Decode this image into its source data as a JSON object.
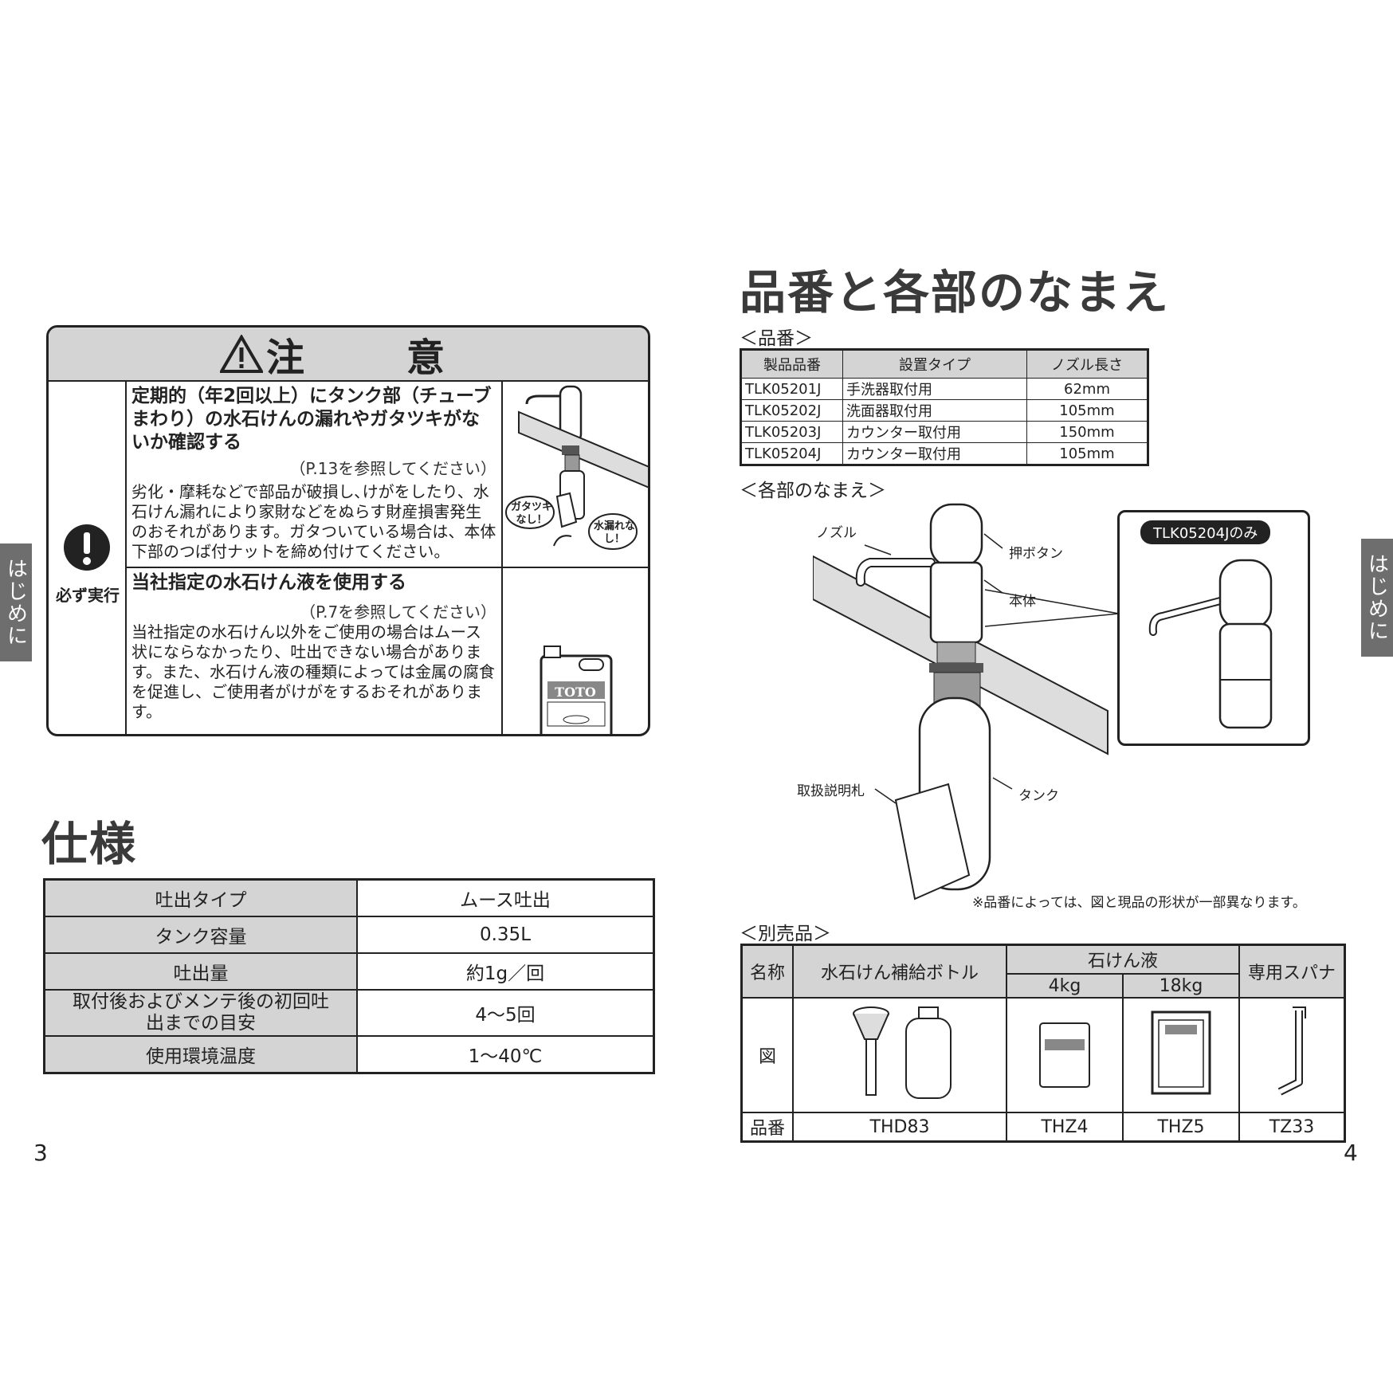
{
  "side_tab": "はじめに",
  "page_left": "3",
  "page_right": "4",
  "caution": {
    "title": "注　意",
    "icon_label": "必ず実行",
    "item1_title": "定期的（年2回以上）にタンク部（チューブまわり）の水石けんの漏れやガタツキがないか確認する",
    "item1_ref": "（P.13を参照してください）",
    "item1_body": "劣化・摩耗などで部品が破損し､けがをしたり、水石けん漏れにより家財などをぬらす財産損害発生のおそれがあります。ガタついている場合は、本体下部のつば付ナットを締め付けてください。",
    "bubble1": "ガタツキなし！",
    "bubble2": "水漏れなし！",
    "item2_title": "当社指定の水石けん液を使用する",
    "item2_ref": "（P.7を参照してください）",
    "item2_body": "当社指定の水石けん以外をご使用の場合はムース状にならなかったり、吐出できない場合があります。また、水石けん液の種類によっては金属の腐食を促進し、ご使用者がけがをするおそれがあります。",
    "bottle_brand": "TOTO"
  },
  "spec": {
    "heading": "仕様",
    "rows": [
      {
        "k": "吐出タイプ",
        "v": "ムース吐出"
      },
      {
        "k": "タンク容量",
        "v": "0.35L"
      },
      {
        "k": "吐出量",
        "v": "約1g／回"
      },
      {
        "k": "取付後およびメンテ後の初回吐出までの目安",
        "v": "4〜5回"
      },
      {
        "k": "使用環境温度",
        "v": "1〜40℃"
      }
    ]
  },
  "parts": {
    "heading": "品番と各部のなまえ",
    "sub_hinban": "＜品番＞",
    "cols": [
      "製品品番",
      "設置タイプ",
      "ノズル長さ"
    ],
    "rows": [
      {
        "code": "TLK05201J",
        "type": "手洗器取付用",
        "len": "62mm"
      },
      {
        "code": "TLK05202J",
        "type": "洗面器取付用",
        "len": "105mm"
      },
      {
        "code": "TLK05203J",
        "type": "カウンター取付用",
        "len": "150mm"
      },
      {
        "code": "TLK05204J",
        "type": "カウンター取付用",
        "len": "105mm"
      }
    ],
    "sub_names": "＜各部のなまえ＞",
    "labels": {
      "nozzle": "ノズル",
      "button": "押ボタン",
      "body": "本体",
      "tank": "タンク",
      "tag": "取扱説明札"
    },
    "only_label": "TLK05204Jのみ",
    "note": "※品番によっては、図と現品の形状が一部異なります。"
  },
  "accessories": {
    "sub": "＜別売品＞",
    "h_name": "名称",
    "h_bottle": "水石けん補給ボトル",
    "h_soap": "石けん液",
    "h_4kg": "4kg",
    "h_18kg": "18kg",
    "h_spanner": "専用スパナ",
    "r_fig": "図",
    "r_code": "品番",
    "codes": [
      "THD83",
      "THZ4",
      "THZ5",
      "TZ33"
    ]
  }
}
